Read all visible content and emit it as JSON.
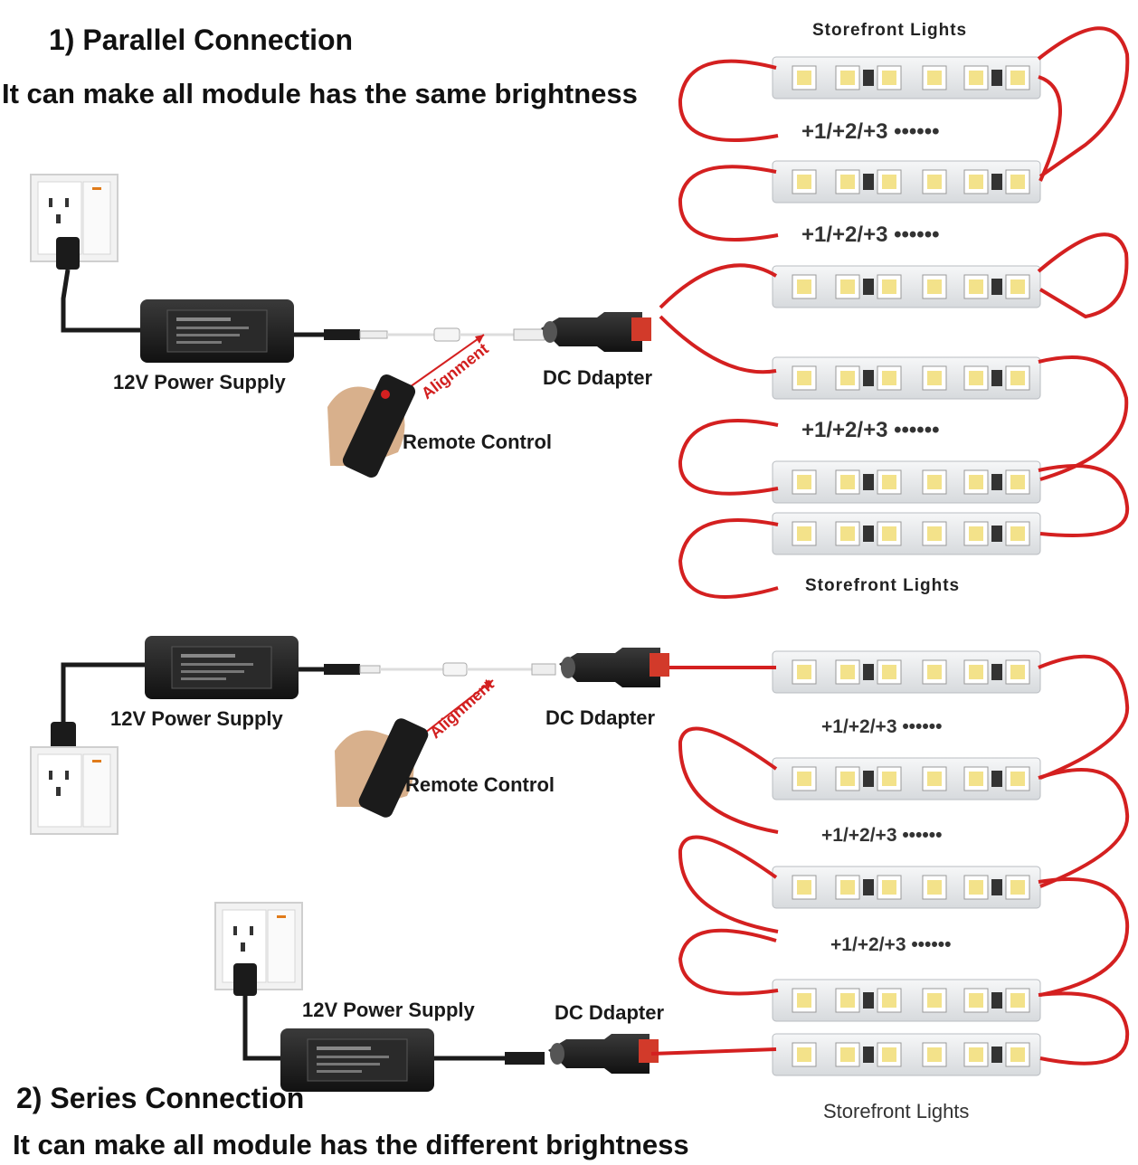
{
  "parallel": {
    "title": "1) Parallel Connection",
    "subtitle": "It can make all module has the same brightness",
    "power_supply_label": "12V Power Supply",
    "adapter_label": "DC Ddapter",
    "remote_label": "Remote Control",
    "alignment_label": "Alignment",
    "lights_top_label": "Storefront Lights",
    "lights_bottom_label": "Storefront Lights",
    "plus_labels": [
      "+1/+2/+3 ••••••",
      "+1/+2/+3 ••••••",
      "+1/+2/+3 ••••••"
    ]
  },
  "series": {
    "title": "2) Series Connection",
    "subtitle": "It can make all module has the different brightness",
    "power_supply_label": "12V Power Supply",
    "power_supply_label_2": "12V Power Supply",
    "adapter_label": "DC Ddapter",
    "adapter_label_2": "DC Ddapter",
    "remote_label": "Remote Control",
    "alignment_label": "Alignment",
    "lights_label": "Storefront Lights",
    "plus_labels": [
      "+1/+2/+3 ••••••",
      "+1/+2/+3 ••••••",
      "+1/+2/+3 ••••••"
    ]
  },
  "colors": {
    "wire_red": "#d42020",
    "led_yellow": "#f3e28a",
    "module_body": "#e9ecef",
    "adapter_black": "#1b1b1b"
  },
  "icons": [
    "wall-socket-icon",
    "power-adapter-icon",
    "dc-adapter-icon",
    "remote-control-icon",
    "led-module-icon"
  ]
}
